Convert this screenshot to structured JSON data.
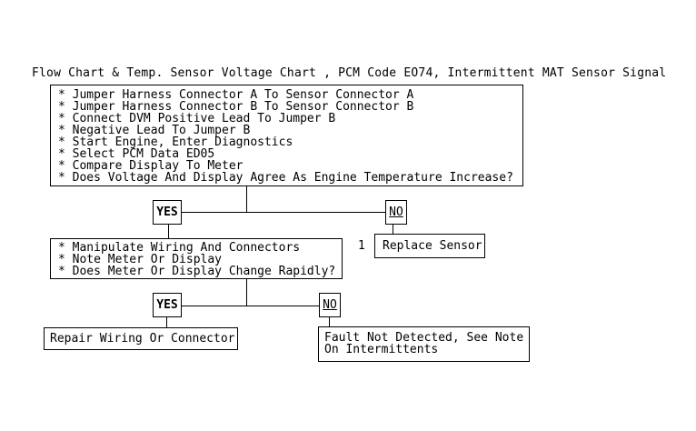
{
  "title": "Flow Chart & Temp. Sensor Voltage Chart , PCM Code EO74, Intermittent MAT Sensor Signal",
  "flowchart": {
    "step1": {
      "lines": [
        "* Jumper Harness Connector A To Sensor Connector A",
        "* Jumper Harness Connector B To Sensor Connector B",
        "* Connect DVM Positive Lead To Jumper B",
        "* Negative Lead To Jumper B",
        "* Start Engine, Enter Diagnostics",
        "* Select PCM Data ED05",
        "* Compare Display To Meter",
        "* Does Voltage And Display Agree As Engine Temperature Increase?"
      ]
    },
    "decision1": {
      "yes": "YES",
      "no": "NO"
    },
    "step2": {
      "lines": [
        "* Manipulate Wiring And Connectors",
        "* Note Meter Or Display",
        "* Does Meter Or Display Change Rapidly?"
      ]
    },
    "replace_sensor": {
      "number": "1",
      "label": "Replace Sensor"
    },
    "decision2": {
      "yes": "YES",
      "no": "NO"
    },
    "repair": {
      "label": "Repair Wiring Or Connector"
    },
    "fault": {
      "lines": [
        "Fault Not Detected, See Note",
        "On Intermittents"
      ]
    }
  },
  "colors": {
    "foreground": "#000000",
    "background": "#ffffff"
  }
}
